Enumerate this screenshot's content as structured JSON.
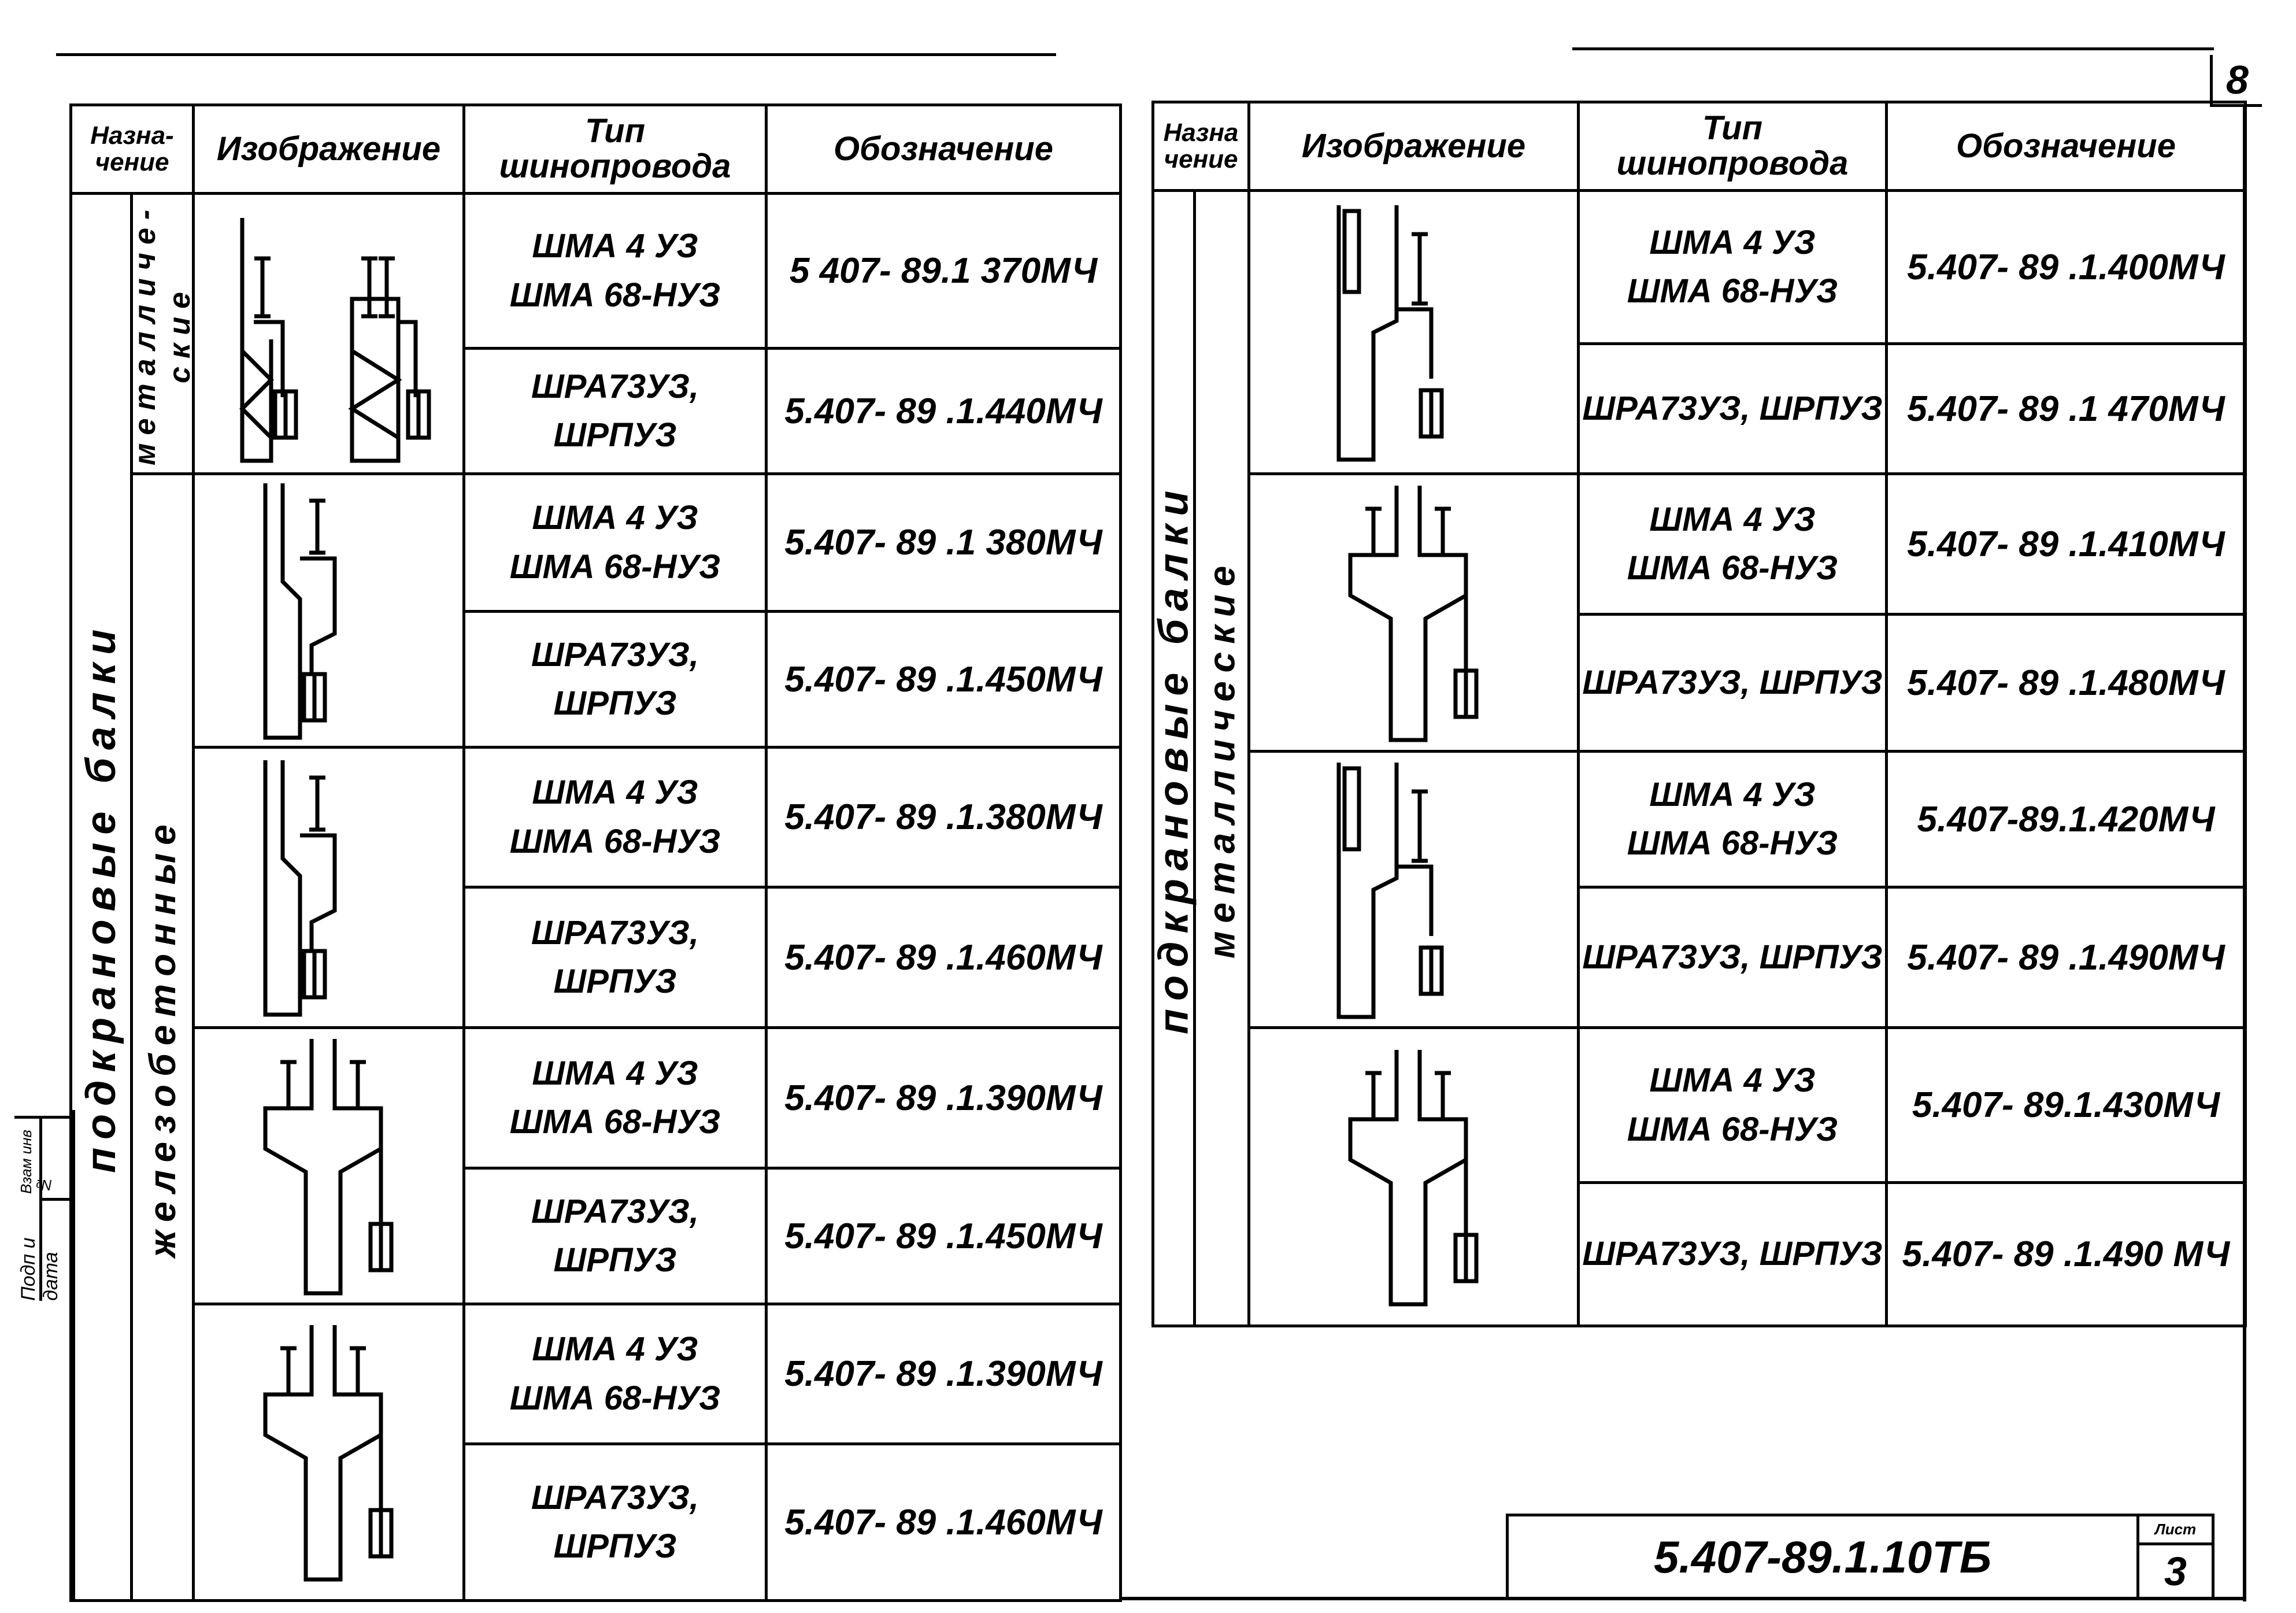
{
  "sheet_number": "8",
  "left_table": {
    "headers": {
      "purpose": "Назна-\nчение",
      "image": "Изображение",
      "type": "Тип\nшинопровода",
      "designation": "Обозначение"
    },
    "group_label": "подкрановые балки",
    "subgroups": [
      {
        "label": "металличе-\nские"
      },
      {
        "label": "железобетонные"
      }
    ],
    "rows": [
      {
        "type": "ШМА 4 УЗ\nШМА 68-НУЗ",
        "designation": "5 407- 89.1 370МЧ"
      },
      {
        "type": "ШРА73УЗ, ШРПУЗ",
        "designation": "5.407- 89 .1.440МЧ"
      },
      {
        "type": "ШМА 4 УЗ\nШМА 68-НУЗ",
        "designation": "5.407- 89 .1 380МЧ"
      },
      {
        "type": "ШРА73УЗ, ШРПУЗ",
        "designation": "5.407- 89 .1.450МЧ"
      },
      {
        "type": "ШМА 4 УЗ\nШМА 68-НУЗ",
        "designation": "5.407- 89 .1.380МЧ"
      },
      {
        "type": "ШРА73УЗ, ШРПУЗ",
        "designation": "5.407- 89 .1.460МЧ"
      },
      {
        "type": "ШМА 4 УЗ\nШМА 68-НУЗ",
        "designation": "5.407- 89 .1.390МЧ"
      },
      {
        "type": "ШРА73УЗ, ШРПУЗ",
        "designation": "5.407- 89 .1.450МЧ"
      },
      {
        "type": "ШМА 4 УЗ\nШМА 68-НУЗ",
        "designation": "5.407- 89 .1.390МЧ"
      },
      {
        "type": "ШРА73УЗ, ШРПУЗ",
        "designation": "5.407- 89 .1.460МЧ"
      }
    ]
  },
  "right_table": {
    "headers": {
      "purpose": "Назна\nчение",
      "image": "Изображение",
      "type": "Тип\nшинопровода",
      "designation": "Обозначение"
    },
    "group_label": "подкрановые балки",
    "subgroup_label": "металлические",
    "rows": [
      {
        "type": "ШМА 4 УЗ\nШМА 68-НУЗ",
        "designation": "5.407- 89 .1.400МЧ"
      },
      {
        "type": "ШРА73УЗ, ШРПУЗ",
        "designation": "5.407- 89 .1 470МЧ"
      },
      {
        "type": "ШМА 4 УЗ\nШМА 68-НУЗ",
        "designation": "5.407- 89 .1.410МЧ"
      },
      {
        "type": "ШРА73УЗ, ШРПУЗ",
        "designation": "5.407- 89 .1.480МЧ"
      },
      {
        "type": "ШМА 4 УЗ\nШМА 68-НУЗ",
        "designation": "5.407-89.1.420МЧ"
      },
      {
        "type": "ШРА73УЗ, ШРПУЗ",
        "designation": "5.407- 89 .1.490МЧ"
      },
      {
        "type": "ШМА 4 УЗ\nШМА 68-НУЗ",
        "designation": "5.407- 89.1.430МЧ"
      },
      {
        "type": "ШРА73УЗ, ШРПУЗ",
        "designation": "5.407- 89 .1.490 МЧ"
      }
    ]
  },
  "title_block": {
    "document_code": "5.407-89.1.10ТБ",
    "sheet_label": "Лист",
    "sheet": "3"
  },
  "margin_stamp": {
    "signature_date": "Подп и дата",
    "replacement_inv": "Взам инв №"
  }
}
